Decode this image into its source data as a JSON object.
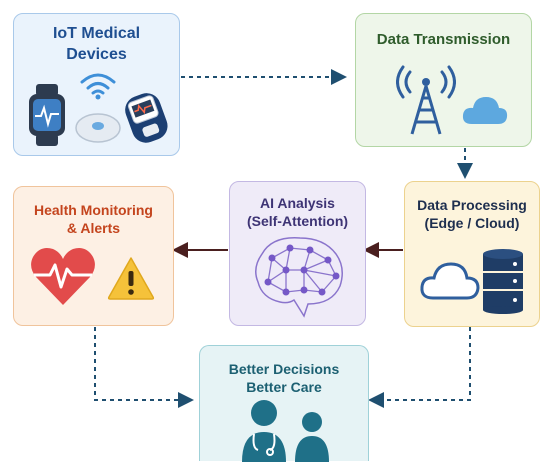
{
  "nodes": {
    "iot": {
      "line1": "IoT Medical",
      "line2": "Devices",
      "icons": [
        "smartwatch-icon",
        "wifi-icon",
        "sensor-icon",
        "pulse-oximeter-icon"
      ]
    },
    "transmission": {
      "label": "Data Transmission",
      "icons": [
        "cell-tower-icon",
        "cloud-icon"
      ]
    },
    "processing": {
      "line1": "Data Processing",
      "line2": "(Edge / Cloud)",
      "icons": [
        "cloud-icon",
        "database-icon"
      ]
    },
    "ai": {
      "line1": "AI Analysis",
      "line2": "(Self-Attention)",
      "icons": [
        "neural-network-brain-icon"
      ]
    },
    "monitoring": {
      "line1": "Health Monitoring",
      "line2": "& Alerts",
      "icons": [
        "heart-pulse-icon",
        "warning-icon"
      ]
    },
    "decisions": {
      "line1": "Better Decisions",
      "line2": "Better Care",
      "icons": [
        "doctor-icon",
        "patient-icon"
      ]
    }
  },
  "colors": {
    "iot_bg": "#eaf3fc",
    "iot_border": "#a9c9ea",
    "iot_text": "#1f4f91",
    "transmission_bg": "#eef6ea",
    "transmission_border": "#b3d6a5",
    "transmission_text": "#2f5c2c",
    "processing_bg": "#fdf4dc",
    "processing_border": "#ecd28e",
    "processing_text": "#1e2f4f",
    "ai_bg": "#efebf8",
    "ai_border": "#c3b8e3",
    "ai_text": "#3e3475",
    "monitoring_bg": "#fdf0e4",
    "monitoring_border": "#f0c49c",
    "monitoring_text": "#c4451e",
    "decisions_bg": "#e6f3f5",
    "decisions_border": "#9fd1d8",
    "decisions_text": "#1c6072",
    "dashed_arrow": "#1f4f70",
    "solid_arrow": "#4a1f1f"
  }
}
